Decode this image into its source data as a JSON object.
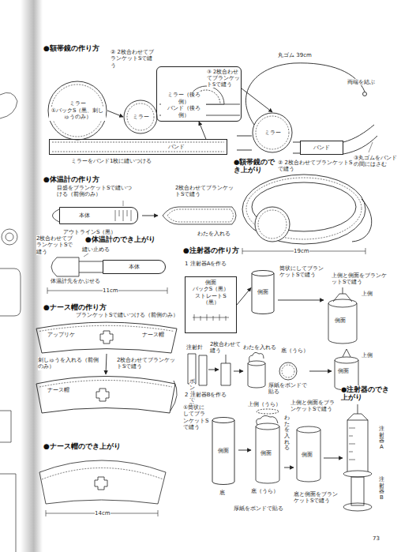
{
  "diagram": {
    "nodes": [
      {
        "text": [
          "ミラー",
          "①バックS（黒、刺しゅうのみ）"
        ]
      },
      {
        "text": [
          "ミラー"
        ]
      },
      {
        "text": [
          "バンド"
        ]
      },
      {
        "text": [
          "ミラー（後ろ側）",
          "バンド（後ろ側）"
        ]
      },
      {
        "text": [
          "ミラー"
        ]
      },
      {
        "text": [
          "バンド"
        ]
      },
      {
        "text": [
          "本体"
        ]
      },
      {
        "text": [
          "本体"
        ]
      },
      {
        "text": [
          "アップリケ",
          "ナース帽"
        ]
      },
      {
        "text": [
          "ナース帽"
        ]
      },
      {
        "text": [
          "側面",
          "バックS（黒）",
          "ストレートS（黒）"
        ]
      },
      {
        "text": [
          "側面"
        ]
      },
      {
        "text": [
          "側面"
        ]
      }
    ],
    "edges": [
      {
        "from": 0,
        "to": 1,
        "arrow": "to"
      },
      {
        "from": 2,
        "to": 3,
        "arrow": "to"
      },
      {
        "from": 3,
        "to": 4,
        "arrow": "to"
      },
      {
        "from": 8,
        "to": 9,
        "arrow": "to"
      },
      {
        "from": 10,
        "to": 11,
        "arrow": "to"
      }
    ],
    "labels": [
      "●額帯鏡の作り方",
      "② 2枚合わせてブランケットSで縫う",
      "ミラーをバンド1枚に縫いつける",
      "③ 2枚合わせてブランケットSで縫う",
      "丸ゴム 39cm",
      "両端を結ぶ",
      "③丸ゴムをバンドの間にはさむ",
      "●額帯鏡のでき上がり",
      "② 2枚合わせてブランケットSで縫う",
      "19cm",
      "●体温計の作り方",
      "目盛をブランケットSで縫いつける（前側のみ）",
      "アウトラインS（黒）",
      "2枚合わせてブランケットSで縫う",
      "わたを入れる",
      "●体温計のでき上がり",
      "2枚合わせてブランケットSで縫う",
      "縫い止める",
      "体温計先をかぶせる",
      "11cm",
      "●ナース帽の作り方",
      "ブランケットSで縫いつける（前側のみ）",
      "刺しゅうを入れる（前側のみ）",
      "2枚合わせてブランケットSで縫う",
      "ボンドで貼る",
      "●ナース帽のでき上がり",
      "14cm",
      "●注射器の作り方",
      "1 注射器Aを作る",
      "筒状にしてブランケットSで縫う",
      "上側と側面をブランケットSで縫う",
      "上側",
      "側面",
      "注射針",
      "2枚合わせて縫う",
      "わたを入れる",
      "底（うら）",
      "厚紙をボンドで貼る",
      "側面",
      "上側",
      "2 注射器Bを作る",
      "①筒状にしてブランケットSで縫う",
      "底",
      "上側（うら）",
      "わたを入れる",
      "側面",
      "底（うら）",
      "厚紙をボンドで貼る",
      "上側と側面をブランケットSで縫う",
      "側面",
      "底と側面をブランケットSで縫う",
      "●注射器のでき上がり",
      "注射器A",
      "注射器B",
      "73"
    ]
  }
}
